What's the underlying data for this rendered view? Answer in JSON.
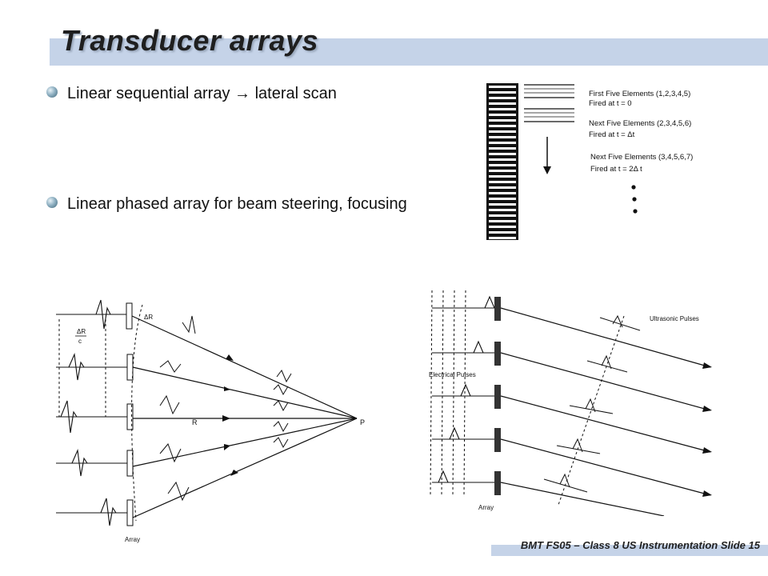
{
  "slide": {
    "title": "Transducer arrays",
    "bullets": [
      {
        "text": "Linear sequential array → lateral scan"
      },
      {
        "text": "Linear phased array for beam steering, focusing"
      }
    ],
    "footer": "BMT FS05 – Class 8   US Instrumentation    Slide 15"
  },
  "sequential_figure": {
    "labels": [
      "First Five Elements (1,2,3,4,5)",
      "Fired at t = 0",
      "Next Five Elements (2,3,4,5,6)",
      "Fired at t = Δt",
      "Next Five Elements (3,4,5,6,7)",
      "Fired at t = 2Δ t"
    ]
  },
  "focusing_figure": {
    "label_delta_r": "ΔR",
    "label_delta_r_over_c": "ΔR",
    "label_c": "c",
    "label_r": "R",
    "label_p": "P",
    "label_array": "Array"
  },
  "steering_figure": {
    "label_ultrasonic": "Ultrasonic Pulses",
    "label_electrical": "Electrical Pulses",
    "label_array": "Array"
  }
}
